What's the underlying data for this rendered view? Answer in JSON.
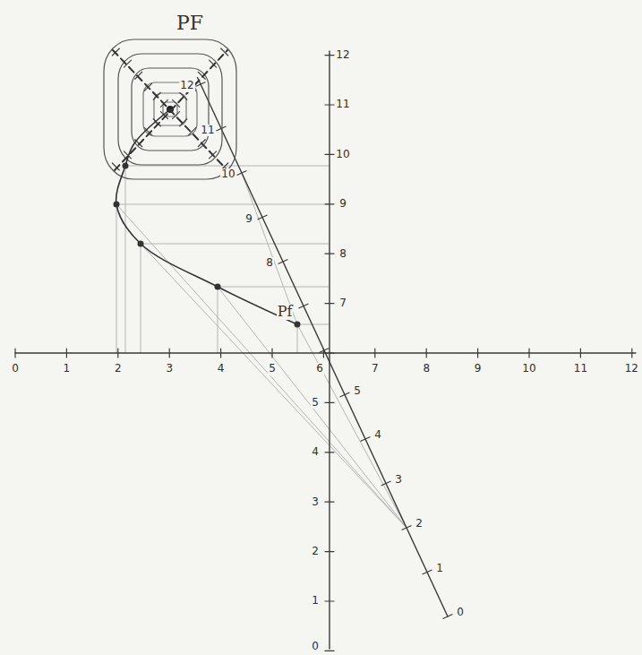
{
  "diagram": {
    "labels": [
      "PF",
      "Pf",
      "0",
      "1",
      "2",
      "3",
      "4",
      "5",
      "6",
      "7",
      "8",
      "9",
      "10",
      "11",
      "12",
      "12",
      "11",
      "10",
      "9",
      "8",
      "7",
      "5",
      "4",
      "3",
      "2",
      "1",
      "0",
      "0",
      "1",
      "2",
      "3",
      "4",
      "5",
      "8",
      "9",
      "10",
      "11",
      "12"
    ]
  }
}
